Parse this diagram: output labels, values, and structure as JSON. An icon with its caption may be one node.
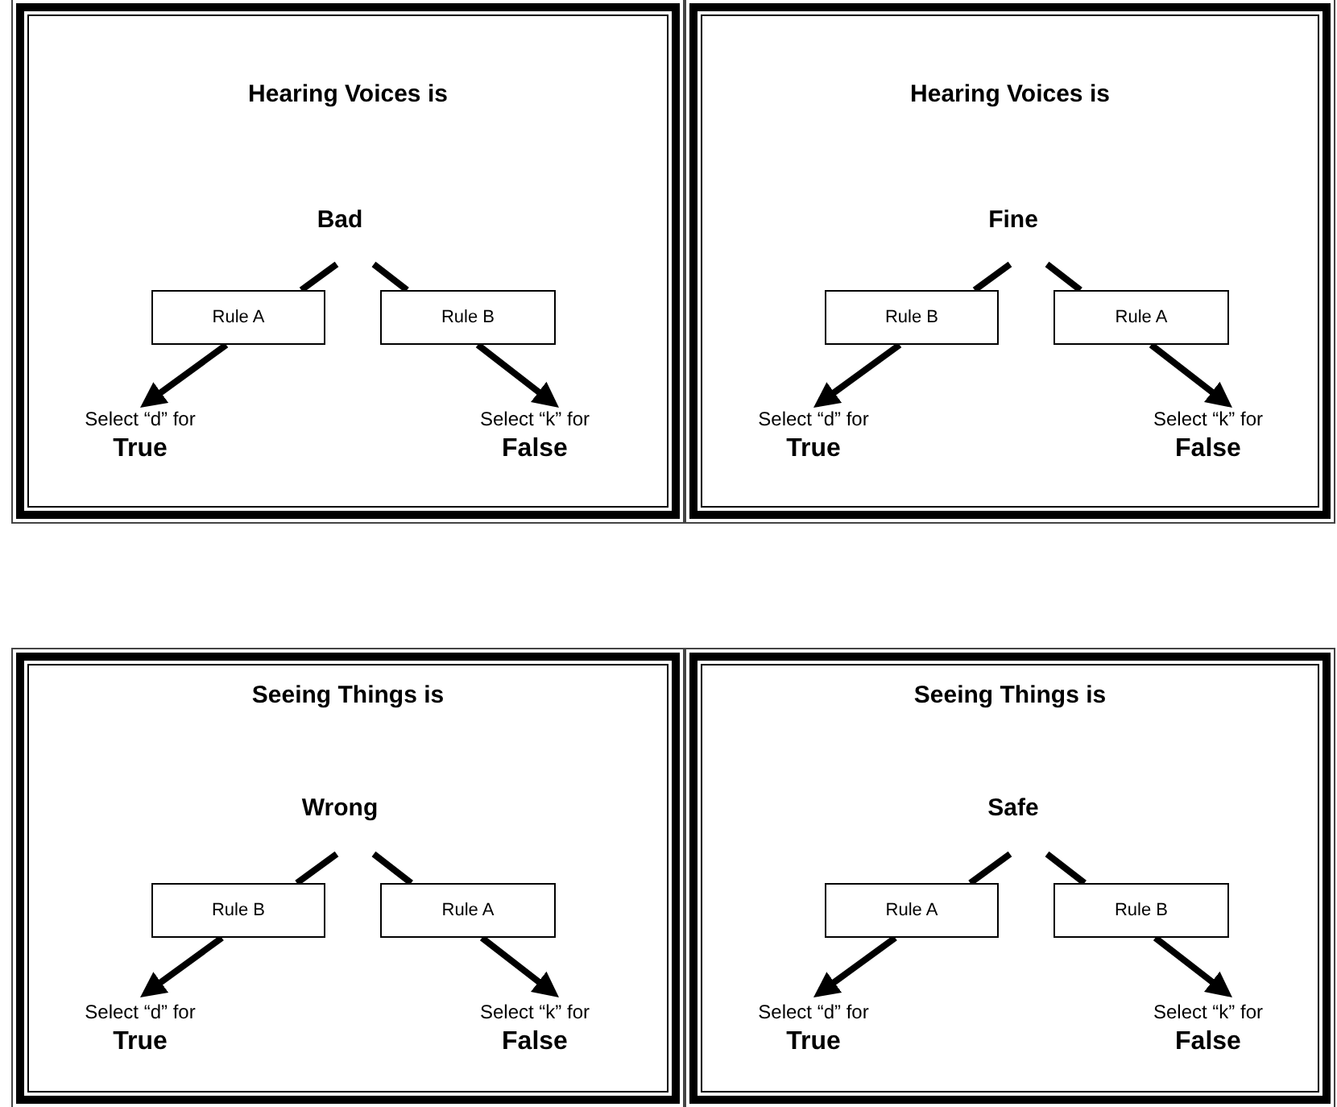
{
  "diagram": {
    "nodes": [
      {
        "text": [
          "Hearing Voices is"
        ]
      },
      {
        "text": [
          "Bad"
        ],
        "in": 0
      },
      {
        "text": [
          "Rule A"
        ],
        "in": 0
      },
      {
        "text": [
          "Rule B"
        ],
        "in": 0
      },
      {
        "text": [
          "Select “d” for",
          "True"
        ],
        "in": 0
      },
      {
        "text": [
          "Select “k” for",
          "False"
        ],
        "in": 0
      },
      {
        "text": [
          "Hearing Voices is"
        ]
      },
      {
        "text": [
          "Fine"
        ],
        "in": 6
      },
      {
        "text": [
          "Rule B"
        ],
        "in": 6
      },
      {
        "text": [
          "Rule A"
        ],
        "in": 6
      },
      {
        "text": [
          "Select “d” for",
          "True"
        ],
        "in": 6
      },
      {
        "text": [
          "Select “k” for",
          "False"
        ],
        "in": 6
      },
      {
        "text": [
          "Seeing Things is"
        ]
      },
      {
        "text": [
          "Wrong"
        ],
        "in": 12
      },
      {
        "text": [
          "Rule B"
        ],
        "in": 12
      },
      {
        "text": [
          "Rule A"
        ],
        "in": 12
      },
      {
        "text": [
          "Select “d” for",
          "True"
        ],
        "in": 12
      },
      {
        "text": [
          "Select “k” for",
          "False"
        ],
        "in": 12
      },
      {
        "text": [
          "Seeing Things is"
        ]
      },
      {
        "text": [
          "Safe"
        ],
        "in": 18
      },
      {
        "text": [
          "Rule A"
        ],
        "in": 18
      },
      {
        "text": [
          "Rule B"
        ],
        "in": 18
      },
      {
        "text": [
          "Select “d” for",
          "True"
        ],
        "in": 18
      },
      {
        "text": [
          "Select “k” for",
          "False"
        ],
        "in": 18
      }
    ],
    "edges": [
      {
        "from": 1,
        "to": 2,
        "arrow": "none"
      },
      {
        "from": 2,
        "to": 4,
        "arrow": "to"
      },
      {
        "from": 1,
        "to": 3,
        "arrow": "none"
      },
      {
        "from": 3,
        "to": 5,
        "arrow": "to"
      },
      {
        "from": 7,
        "to": 8,
        "arrow": "none"
      },
      {
        "from": 8,
        "to": 10,
        "arrow": "to"
      },
      {
        "from": 7,
        "to": 9,
        "arrow": "none"
      },
      {
        "from": 9,
        "to": 11,
        "arrow": "to"
      },
      {
        "from": 13,
        "to": 14,
        "arrow": "none"
      },
      {
        "from": 14,
        "to": 16,
        "arrow": "to"
      },
      {
        "from": 13,
        "to": 15,
        "arrow": "none"
      },
      {
        "from": 15,
        "to": 17,
        "arrow": "to"
      },
      {
        "from": 19,
        "to": 20,
        "arrow": "none"
      },
      {
        "from": 20,
        "to": 22,
        "arrow": "to"
      },
      {
        "from": 19,
        "to": 21,
        "arrow": "none"
      },
      {
        "from": 21,
        "to": 23,
        "arrow": "to"
      }
    ]
  }
}
